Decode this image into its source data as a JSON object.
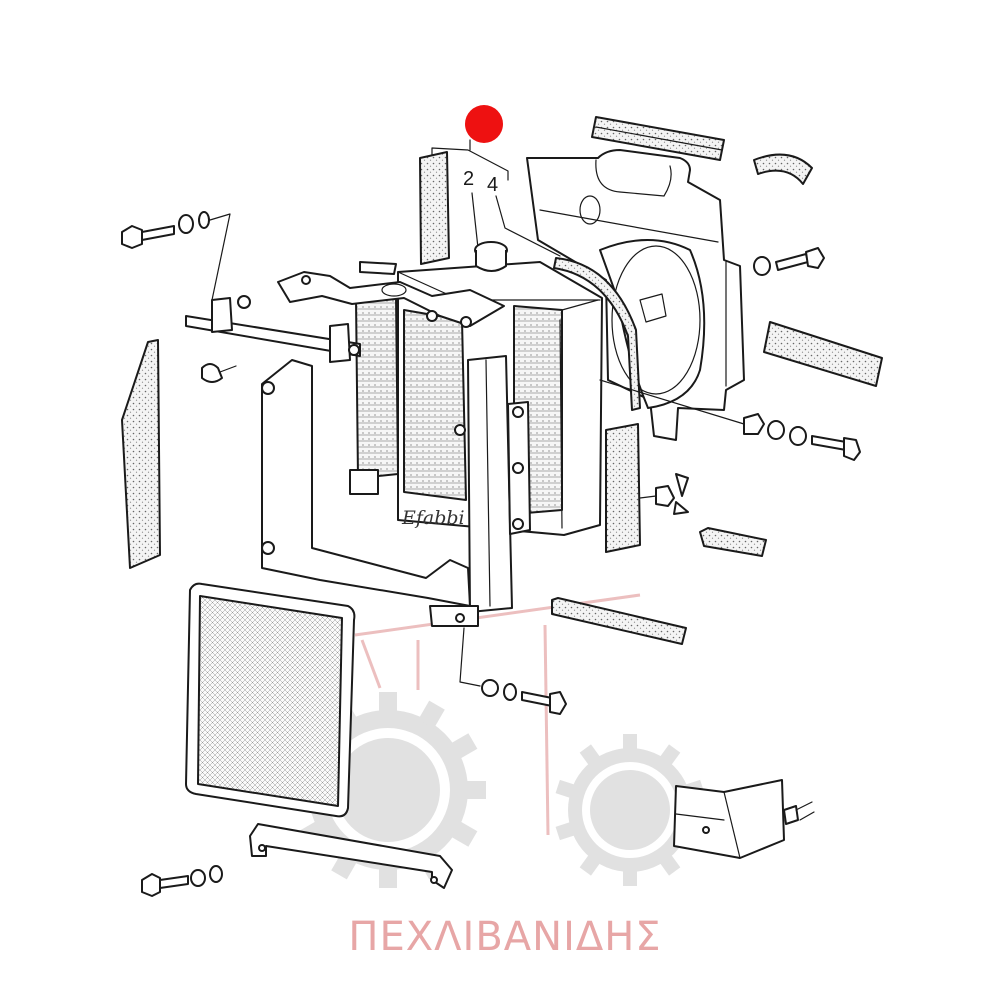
{
  "diagram": {
    "callouts": {
      "left": "2",
      "right": "4"
    },
    "marker_color": "#ee1111",
    "radiator_brand": "Efabbi"
  },
  "watermark": {
    "text": "ΠΕΧΛΙΒΑΝΙΔΗΣ",
    "color": "#e7a6a6",
    "icon": "tractor-icon"
  }
}
